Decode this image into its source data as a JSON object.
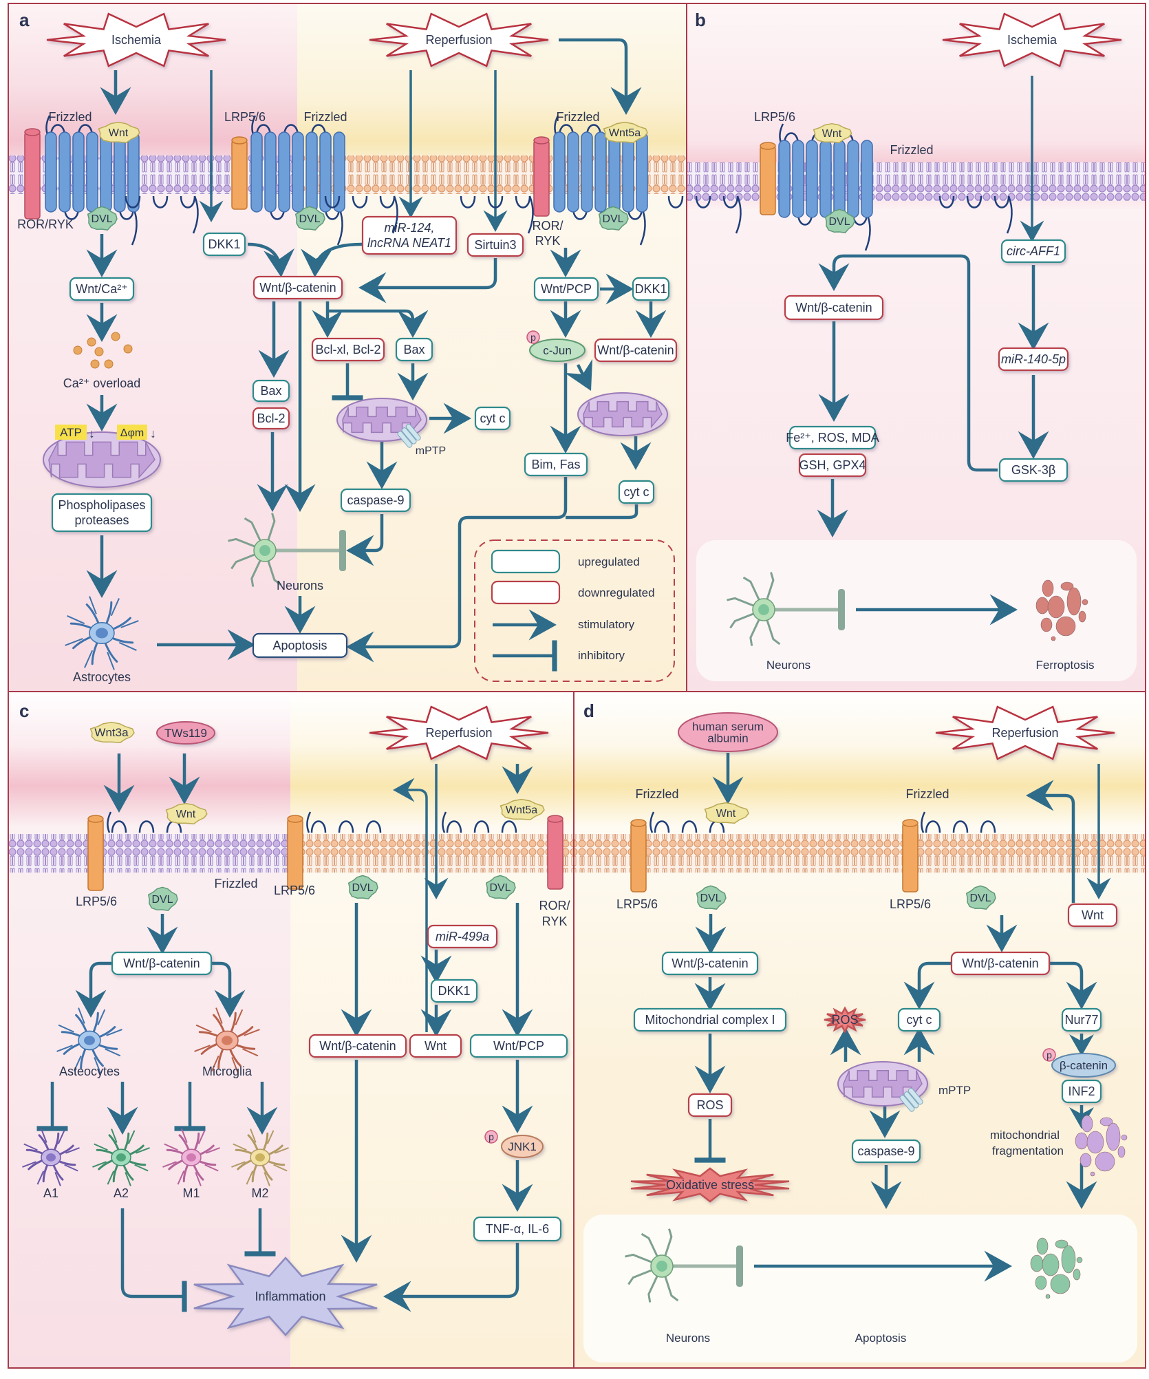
{
  "figure": {
    "panels": {
      "a": {
        "letter": "a",
        "triggers": {
          "ischemia": "Ischemia",
          "reperfusion": "Reperfusion"
        },
        "receptors": {
          "frizzled_1": "Frizzled",
          "wnt_1": "Wnt",
          "dvl_1": "DVL",
          "ror_ryk_1": "ROR/RYK",
          "lrp_2": "LRP5/6",
          "frizzled_2": "Frizzled",
          "dvl_2": "DVL",
          "frizzled_3": "Frizzled",
          "wnt5a_3": "Wnt5a",
          "dvl_3": "DVL",
          "ror_3_line1": "ROR/",
          "ror_3_line2": "RYK"
        },
        "nodes": {
          "wnt_ca": "Wnt/Ca²⁺",
          "ca_overload": "Ca²⁺ overload",
          "atp": "ATP",
          "delta_phi": "Δφm",
          "phospholipases_1": "Phospholipases",
          "phospholipases_2": "proteases",
          "astrocytes": "Astrocytes",
          "dkk1": "DKK1",
          "mir124_1": "miR-124,",
          "mir124_2": "lncRNA NEAT1",
          "sirtuin3": "Sirtuin3",
          "wnt_bcat": "Wnt/β-catenin",
          "bax_left": "Bax",
          "bcl2_left": "Bcl-2",
          "bclxl": "Bcl-xl, Bcl-2",
          "bax_right": "Bax",
          "cytc_1": "cyt c",
          "mptp": "mPTP",
          "caspase9": "caspase-9",
          "neurons": "Neurons",
          "apoptosis": "Apoptosis",
          "wnt_pcp": "Wnt/PCP",
          "dkk1_right": "DKK1",
          "p_badge": "p",
          "cjun": "c-Jun",
          "wnt_bcat_right": "Wnt/β-catenin",
          "bim_fas": "Bim, Fas",
          "cytc_2": "cyt c"
        },
        "legend": {
          "upregulated": "upregulated",
          "downregulated": "downregulated",
          "stimulatory": "stimulatory",
          "inhibitory": "inhibitory"
        }
      },
      "b": {
        "letter": "b",
        "trigger": "Ischemia",
        "receptors": {
          "lrp": "LRP5/6",
          "wnt": "Wnt",
          "frizzled": "Frizzled",
          "dvl": "DVL"
        },
        "nodes": {
          "circ_aff1": "circ-AFF1",
          "wnt_bcat": "Wnt/β-catenin",
          "mir140": "miR-140-5p",
          "fe_ros_mda": "Fe²⁺, ROS, MDA",
          "gsh_gpx4": "GSH, GPX4",
          "gsk3b": "GSK-3β",
          "neurons": "Neurons",
          "ferroptosis": "Ferroptosis"
        }
      },
      "c": {
        "letter": "c",
        "trigger": "Reperfusion",
        "ligands": {
          "wnt3a": "Wnt3a",
          "tws119": "TWs119"
        },
        "receptors": {
          "wnt_1": "Wnt",
          "lrp_1": "LRP5/6",
          "dvl_1": "DVL",
          "frizzled_1": "Frizzled",
          "lrp_2": "LRP5/6",
          "dvl_2": "DVL",
          "wnt5a_3": "Wnt5a",
          "dvl_3": "DVL",
          "ror_3_line1": "ROR/",
          "ror_3_line2": "RYK"
        },
        "nodes": {
          "wnt_bcat_left": "Wnt/β-catenin",
          "asteocytes": "Asteocytes",
          "microglia": "Microglia",
          "a1": "A1",
          "a2": "A2",
          "m1": "M1",
          "m2": "M2",
          "mir499a": "miR-499a",
          "dkk1": "DKK1",
          "wnt_bcat_mid": "Wnt/β-catenin",
          "wnt_mid": "Wnt",
          "wnt_pcp": "Wnt/PCP",
          "p_badge": "p",
          "jnk1": "JNK1",
          "tnf_il6": "TNF-α, IL-6",
          "inflammation": "Inflammation"
        }
      },
      "d": {
        "letter": "d",
        "trigger": "Reperfusion",
        "ligand": {
          "hsa_1": "human serum",
          "hsa_2": "albumin"
        },
        "receptors": {
          "frizzled_1": "Frizzled",
          "wnt_1": "Wnt",
          "lrp_1": "LRP5/6",
          "dvl_1": "DVL",
          "frizzled_2": "Frizzled",
          "lrp_2": "LRP5/6",
          "dvl_2": "DVL"
        },
        "nodes": {
          "wnt_right": "Wnt",
          "wnt_bcat_left": "Wnt/β-catenin",
          "mito_complex": "Mitochondrial complex I",
          "ros_box": "ROS",
          "oxidative_stress": "Oxidative stress",
          "wnt_bcat_right": "Wnt/β-catenin",
          "ros_star": "ROS",
          "cytc": "cyt c",
          "mptp": "mPTP",
          "caspase9": "caspase-9",
          "nur77": "Nur77",
          "p_badge": "p",
          "bcatenin": "β-catenin",
          "inf2": "INF2",
          "mito_frag_1": "mitochondrial",
          "mito_frag_2": "fragmentation",
          "neurons": "Neurons",
          "apoptosis": "Apoptosis"
        }
      }
    },
    "colors": {
      "upregulated_border": "#2f8a8c",
      "downregulated_border": "#b8414a",
      "arrow": "#2e6c8a",
      "panel_border": "#a83a4a",
      "pink_bg": "#f9e1e6",
      "yellow_bg": "#fcf2d9"
    }
  }
}
